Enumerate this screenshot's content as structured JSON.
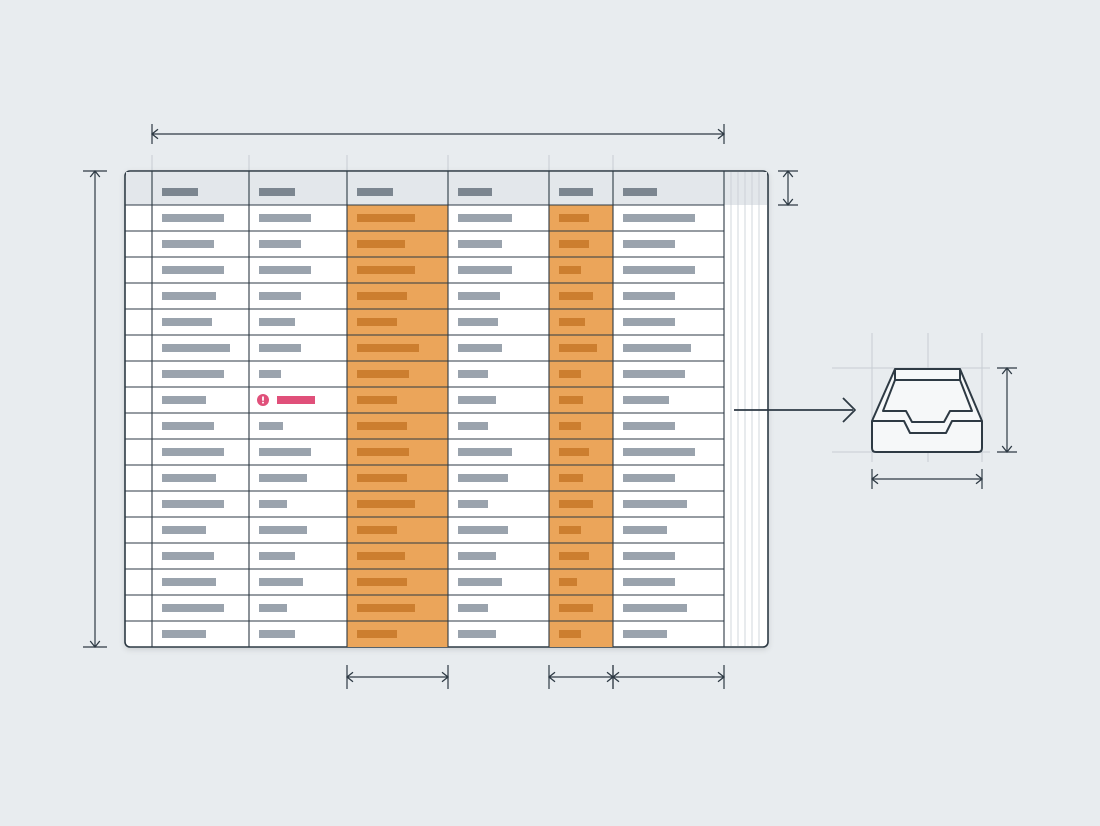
{
  "colors": {
    "background": "#e8ecef",
    "line": "#2e3a44",
    "guide": "#c7cdd3",
    "sheet": "#ffffff",
    "header_row": "#e3e7eb",
    "highlight_column": "#eba55a",
    "highlight_text": "#c97a2a",
    "placeholder_text": "#9aa3ad",
    "header_text": "#7c8690",
    "error": "#e0507a"
  },
  "icons": {
    "tray": "inbox-tray-icon",
    "arrow": "arrow-right-icon",
    "error": "exclamation-circle-icon"
  },
  "table": {
    "columns": 6,
    "data_rows": 17,
    "highlighted_columns": [
      2,
      4
    ],
    "error_cell": {
      "row": 7,
      "col": 1
    }
  }
}
